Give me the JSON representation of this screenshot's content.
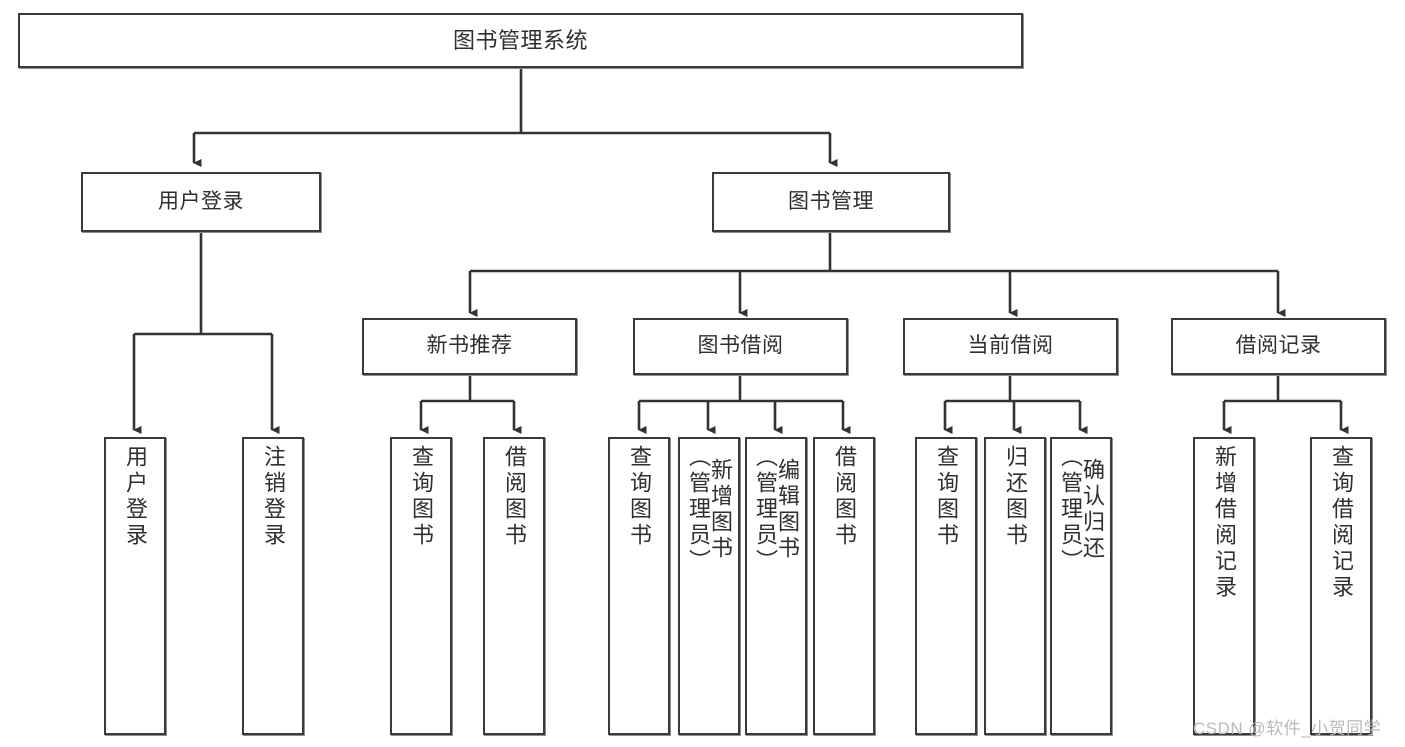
{
  "diagram": {
    "title": "图书管理系统",
    "type": "hierarchy-tree",
    "root": {
      "label": "图书管理系统"
    },
    "tier2": [
      {
        "label": "用户登录"
      },
      {
        "label": "图书管理"
      }
    ],
    "tier3": [
      {
        "label": "新书推荐"
      },
      {
        "label": "图书借阅"
      },
      {
        "label": "当前借阅"
      },
      {
        "label": "借阅记录"
      }
    ],
    "leaves": {
      "user_login": [
        {
          "label": "用户登录"
        },
        {
          "label": "注销登录"
        }
      ],
      "new_book_recommend": [
        {
          "label": "查询图书"
        },
        {
          "label": "借阅图书"
        }
      ],
      "book_borrow": [
        {
          "label": "查询图书"
        },
        {
          "label": "新增图书\n（管理员）"
        },
        {
          "label": "编辑图书\n（管理员）"
        },
        {
          "label": "借阅图书"
        }
      ],
      "current_borrow": [
        {
          "label": "查询图书"
        },
        {
          "label": "归还图书"
        },
        {
          "label": "确认归还\n（管理员）"
        }
      ],
      "borrow_record": [
        {
          "label": "新增借阅记录"
        },
        {
          "label": "查询借阅记录"
        }
      ]
    }
  },
  "watermark": {
    "text": "CSDN @软件_小贺同学"
  },
  "colors": {
    "box_border": "#3a3a3a",
    "wire": "#333333",
    "text": "#2f2f2f",
    "background": "#ffffff",
    "watermark": "#b9b9b9"
  }
}
